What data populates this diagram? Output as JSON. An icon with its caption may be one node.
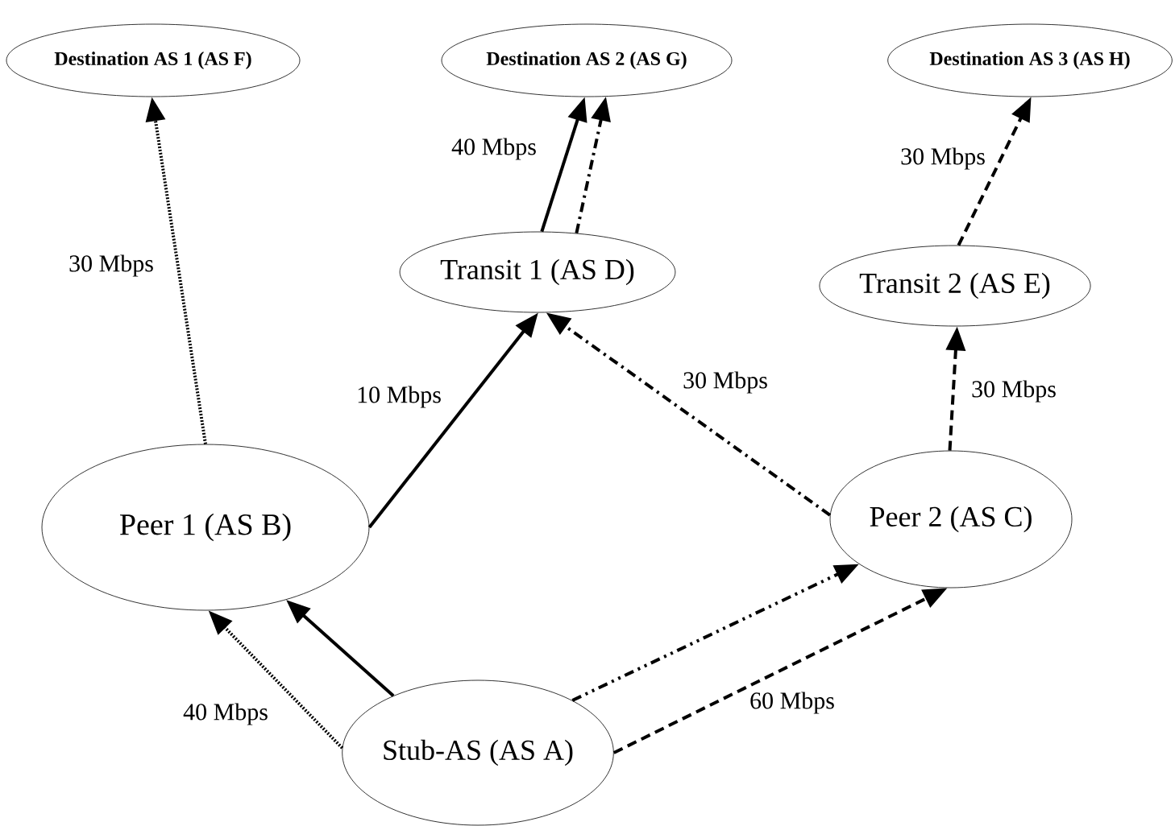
{
  "diagram": {
    "nodes": [
      {
        "text": [
          "Destination AS 1 (AS F)"
        ]
      },
      {
        "text": [
          "Destination AS 2 (AS G)"
        ]
      },
      {
        "text": [
          "Destination AS 3 (AS H)"
        ]
      },
      {
        "text": [
          "Transit 1 (AS D)"
        ]
      },
      {
        "text": [
          "Transit 2 (AS E)"
        ]
      },
      {
        "text": [
          "Peer 1 (AS B)"
        ]
      },
      {
        "text": [
          "Peer 2 (AS C)"
        ]
      },
      {
        "text": [
          "Stub-AS (AS A)"
        ]
      }
    ],
    "edges": [
      {
        "from": 5,
        "to": 0,
        "arrow": "to",
        "style": "dashed",
        "label": "30 Mbps"
      },
      {
        "from": 3,
        "to": 1,
        "arrow": "to",
        "label": "40 Mbps"
      },
      {
        "from": 3,
        "to": 1,
        "arrow": "to",
        "style": "dashed"
      },
      {
        "from": 4,
        "to": 2,
        "arrow": "to",
        "style": "dashed",
        "label": "30 Mbps"
      },
      {
        "from": 5,
        "to": 3,
        "arrow": "to",
        "label": "10 Mbps"
      },
      {
        "from": 6,
        "to": 3,
        "arrow": "to",
        "style": "dashed",
        "label": "30 Mbps"
      },
      {
        "from": 6,
        "to": 4,
        "arrow": "to",
        "style": "dashed",
        "label": "30 Mbps"
      },
      {
        "from": 7,
        "to": 5,
        "arrow": "to",
        "style": "dashed",
        "label": "40 Mbps"
      },
      {
        "from": 7,
        "to": 5,
        "arrow": "to"
      },
      {
        "from": 7,
        "to": 6,
        "arrow": "to",
        "style": "dashed"
      },
      {
        "from": 7,
        "to": 6,
        "arrow": "to",
        "style": "dashed",
        "label": "60 Mbps"
      }
    ]
  }
}
